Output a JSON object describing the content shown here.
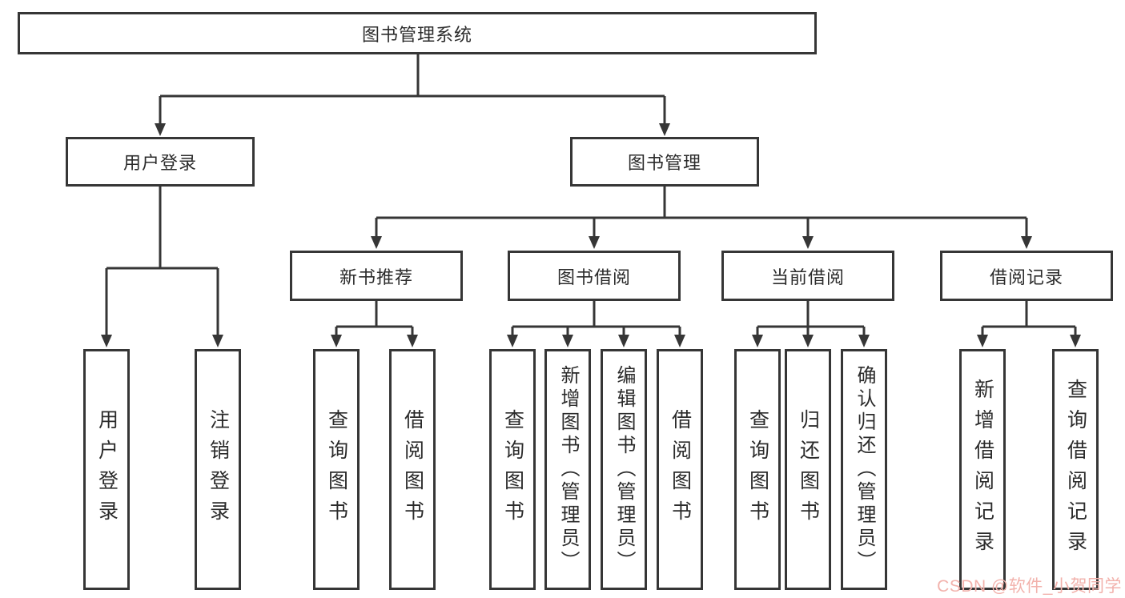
{
  "tree": {
    "root": {
      "label": "图书管理系统"
    },
    "branches": [
      {
        "label": "用户登录",
        "children": [
          {
            "label": "用户登录"
          },
          {
            "label": "注销登录"
          }
        ]
      },
      {
        "label": "图书管理",
        "children": [
          {
            "label": "新书推荐",
            "children": [
              {
                "label": "查询图书"
              },
              {
                "label": "借阅图书"
              }
            ]
          },
          {
            "label": "图书借阅",
            "children": [
              {
                "label": "查询图书"
              },
              {
                "label": "新增图书（管理员）"
              },
              {
                "label": "编辑图书（管理员）"
              },
              {
                "label": "借阅图书"
              }
            ]
          },
          {
            "label": "当前借阅",
            "children": [
              {
                "label": "查询图书"
              },
              {
                "label": "归还图书"
              },
              {
                "label": "确认归还（管理员）"
              }
            ]
          },
          {
            "label": "借阅记录",
            "children": [
              {
                "label": "新增借阅记录"
              },
              {
                "label": "查询借阅记录"
              }
            ]
          }
        ]
      }
    ]
  },
  "watermark": {
    "text": "CSDN @软件_小贺同学",
    "color": "#f2b2ac"
  },
  "colors": {
    "line": "#363636",
    "box_border": "#363636",
    "box_fill": "#ffffff",
    "text": "#2b2b2b",
    "background": "#ffffff"
  }
}
